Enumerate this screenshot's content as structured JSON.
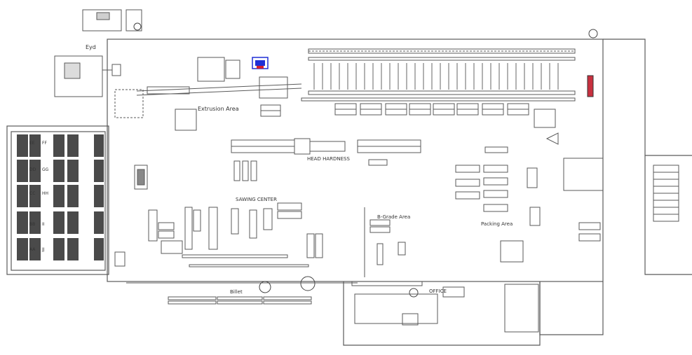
{
  "areas": {
    "extrusion": "Extrusion Area",
    "head_hardness": "HEAD HARDNESS",
    "sawing_center": "SAWING CENTER",
    "b_grade": "B-Grade Area",
    "packing": "Packing Area",
    "office": "OFFICE",
    "billet": "Billet"
  },
  "labels": {
    "top_left_room": "Eyd",
    "storage_left": [
      "EE",
      "FF",
      "DD",
      "GG",
      "CC",
      "HH",
      "BB",
      "II",
      "AA",
      "JJ"
    ]
  },
  "colors": {
    "line": "#5a5a5a",
    "fill": "#4a4a4a",
    "accent": "#1f2fd6",
    "accent2": "#d61f2f"
  }
}
